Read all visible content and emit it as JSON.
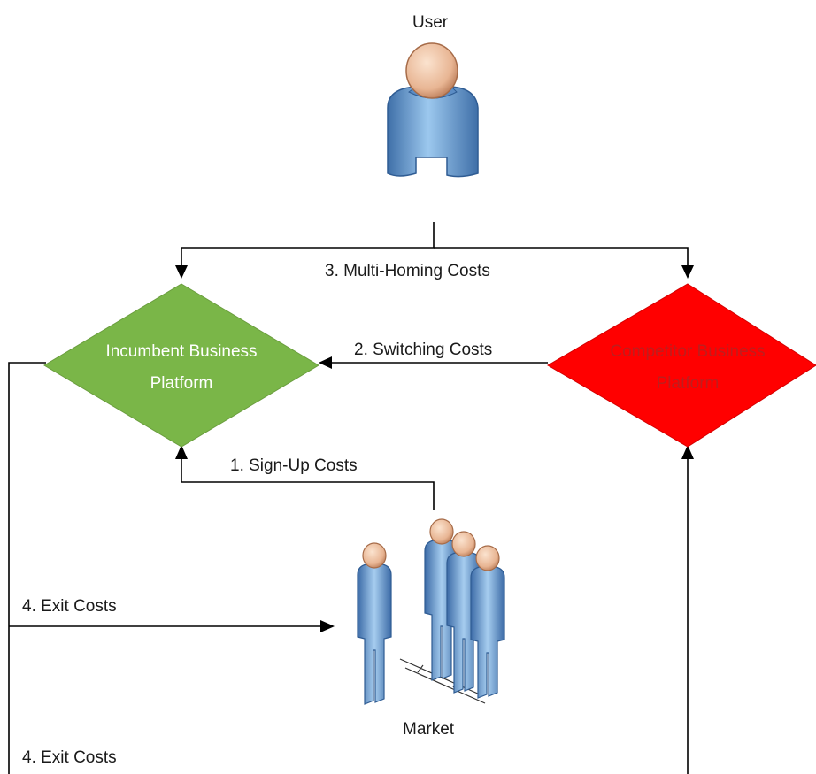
{
  "nodes": {
    "user": {
      "label": "User"
    },
    "market": {
      "label": "Market"
    },
    "incumbent": {
      "line1": "Incumbent Business",
      "line2": "Platform",
      "fill": "#7ab648",
      "text_color": "#ffffff"
    },
    "competitor": {
      "line1": "Competitor Business",
      "line2": "Platform",
      "fill": "#ff0000",
      "text_color": "#bf1d1d"
    }
  },
  "edges": {
    "multi_homing": "3. Multi-Homing Costs",
    "switching": "2. Switching Costs",
    "sign_up": "1. Sign-Up Costs",
    "exit_to_market": "4. Exit Costs",
    "exit_to_competitor": "4. Exit Costs"
  },
  "colors": {
    "line": "#000000",
    "person_fill": "#7fb2e0",
    "person_dark": "#3f6fa8",
    "skin": "#f2c9a8",
    "skin_dark": "#c98e6a"
  },
  "icons": {
    "user": "user-icon",
    "market": "market-group-icon"
  }
}
